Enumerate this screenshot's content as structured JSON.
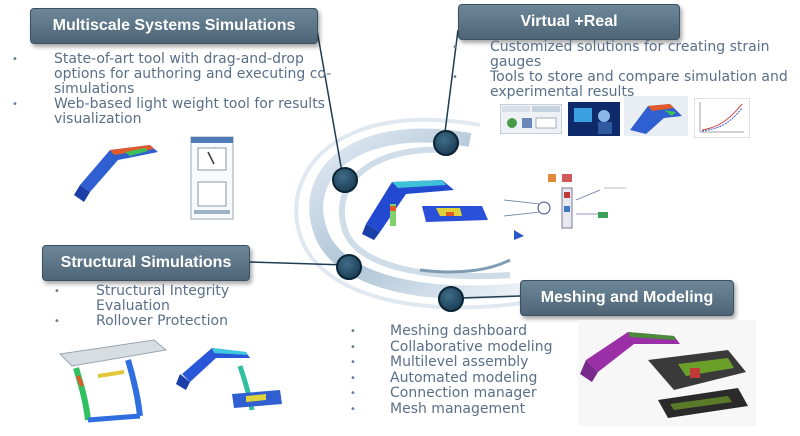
{
  "sections": {
    "multiscale": {
      "title": "Multiscale Systems Simulations",
      "bullets": [
        "State-of-art tool with drag-and-drop options for authoring and executing co-simulations",
        "Web-based light weight tool for results visualization"
      ]
    },
    "virtual_real": {
      "title": "Virtual +Real",
      "bullets": [
        "Customized solutions for creating strain gauges",
        "Tools to store and compare simulation and experimental results"
      ]
    },
    "structural": {
      "title": "Structural Simulations",
      "bullets": [
        "Structural Integrity Evaluation",
        "Rollover Protection"
      ]
    },
    "meshing": {
      "title": "Meshing and Modeling",
      "bullets": [
        "Meshing dashboard",
        "Collaborative modeling",
        "Multilevel assembly",
        "Automated modeling",
        "Connection manager",
        "Mesh management"
      ]
    }
  },
  "colors": {
    "banner": "#5b7386",
    "bullet_text": "#5a6f88",
    "node": "#1d4560",
    "ring": "#b8cfe0"
  }
}
